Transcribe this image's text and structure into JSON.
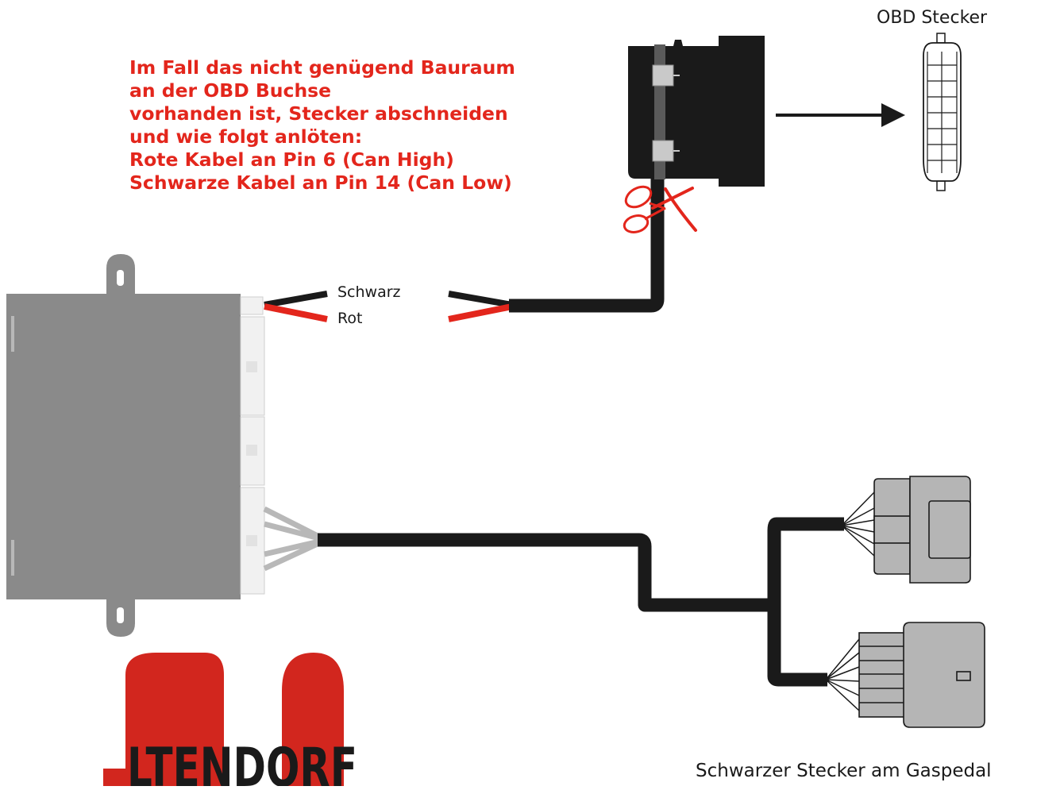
{
  "instructions": {
    "lines": [
      "Im Fall das nicht genügend Bauraum",
      "an der OBD Buchse",
      "vorhanden ist, Stecker abschneiden",
      "und wie folgt anlöten:",
      "Rote Kabel an Pin 6 (Can High)",
      "Schwarze Kabel an Pin 14 (Can Low)"
    ]
  },
  "labels": {
    "obd_connector": "OBD Stecker",
    "wire_black": "Schwarz",
    "wire_red": "Rot",
    "gas_pedal_connector": "Schwarzer Stecker am Gaspedal"
  },
  "logo": {
    "text": "LTENDORF"
  },
  "colors": {
    "instruction_red": "#e3261c",
    "cable_black": "#1a1a1a",
    "wire_red": "#e3261c",
    "module_gray": "#8a8a8a",
    "connector_gray": "#b5b5b5",
    "logo_red": "#d2261e"
  },
  "icons": {
    "cut_marker": "scissors-icon",
    "direction": "arrow-right-icon"
  }
}
